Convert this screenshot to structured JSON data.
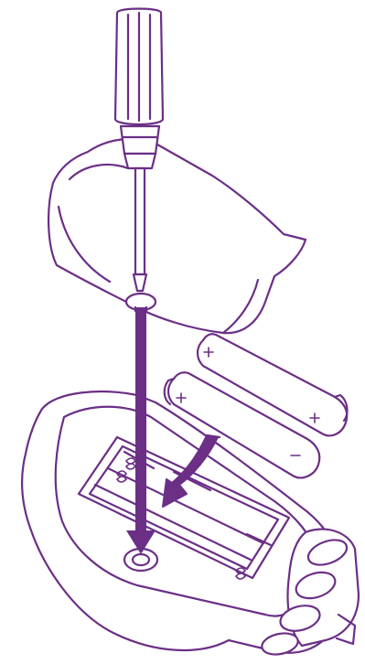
{
  "illustration": {
    "steps": [
      "open-battery-cover",
      "remove-screw",
      "insert-batteries"
    ],
    "accent_color": "#6b2f86",
    "battery_marks": {
      "upper_plus": "+",
      "upper_minus": "+",
      "lower_plus": "+",
      "lower_minus": "−"
    },
    "icons": [
      "screwdriver-icon",
      "battery-icon",
      "curved-arrow-icon",
      "down-arrow-icon",
      "screw-icon"
    ]
  }
}
